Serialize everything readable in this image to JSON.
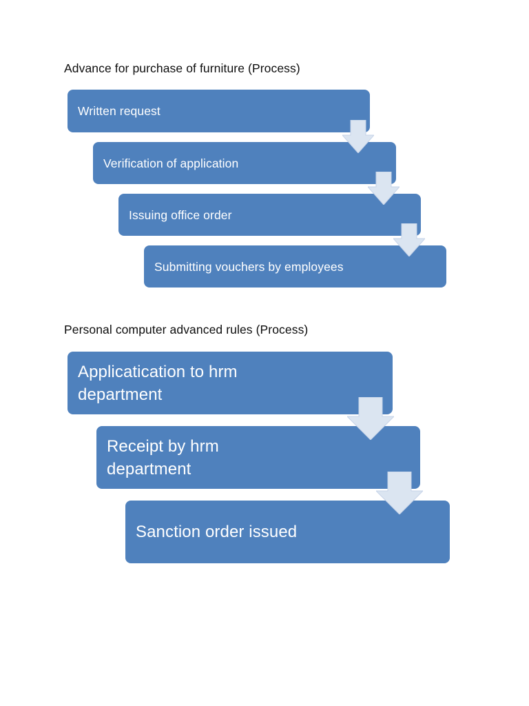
{
  "document": {
    "background_color": "#ffffff",
    "accent_color": "#4f81bd",
    "arrow_color": "#dbe5f1",
    "text_color_on_box": "#ffffff",
    "title_color": "#0d0d0d"
  },
  "sections": [
    {
      "id": "section-advance-furniture",
      "title": "Advance for purchase of furniture (Process)",
      "steps": [
        {
          "label": "Written request"
        },
        {
          "label": "Verification of application"
        },
        {
          "label": "Issuing office order"
        },
        {
          "label": "Submitting vouchers by employees"
        }
      ],
      "connectors": [
        {
          "icon": "down-arrow-icon"
        },
        {
          "icon": "down-arrow-icon"
        },
        {
          "icon": "down-arrow-icon"
        }
      ]
    },
    {
      "id": "section-pc-advanced-rules",
      "title": "Personal computer advanced rules (Process)",
      "steps": [
        {
          "label": "Applicatication to hrm\ndepartment"
        },
        {
          "label": "Receipt by hrm\ndepartment"
        },
        {
          "label": "Sanction order issued"
        }
      ],
      "connectors": [
        {
          "icon": "down-arrow-icon"
        },
        {
          "icon": "down-arrow-icon"
        }
      ]
    }
  ]
}
